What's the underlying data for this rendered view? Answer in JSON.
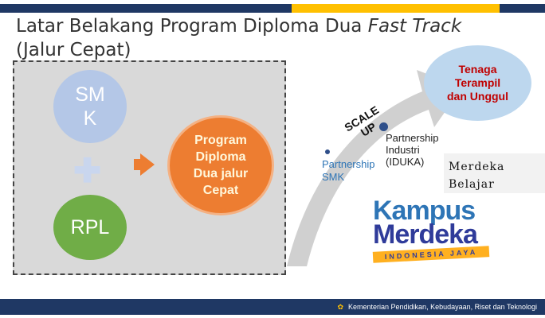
{
  "title": {
    "main": "Latar Belakang Program Diploma Dua ",
    "italic": "Fast Track",
    "line2": "(Jalur Cepat)"
  },
  "left": {
    "smk": "SM K",
    "rpl": "RPL",
    "program": "Program Diploma Dua jalur Cepat"
  },
  "goal": "Tenaga Terampil dan Unggul",
  "scale_up": "SCALE UP",
  "partner_smk": "Partnership SMK",
  "partner_industri": "Partnership Industri (IDUKA)",
  "merdeka_belajar": "Merdeka Belajar",
  "logo": {
    "line1": "Kampus",
    "line2": "Merdeka",
    "banner": "INDONESIA JAYA"
  },
  "footer": "Kementerian Pendidikan, Kebudayaan, Riset dan Teknologi",
  "colors": {
    "navy": "#1f3864",
    "yellow": "#ffc000",
    "orange": "#ed7d31",
    "green": "#70ad47"
  }
}
